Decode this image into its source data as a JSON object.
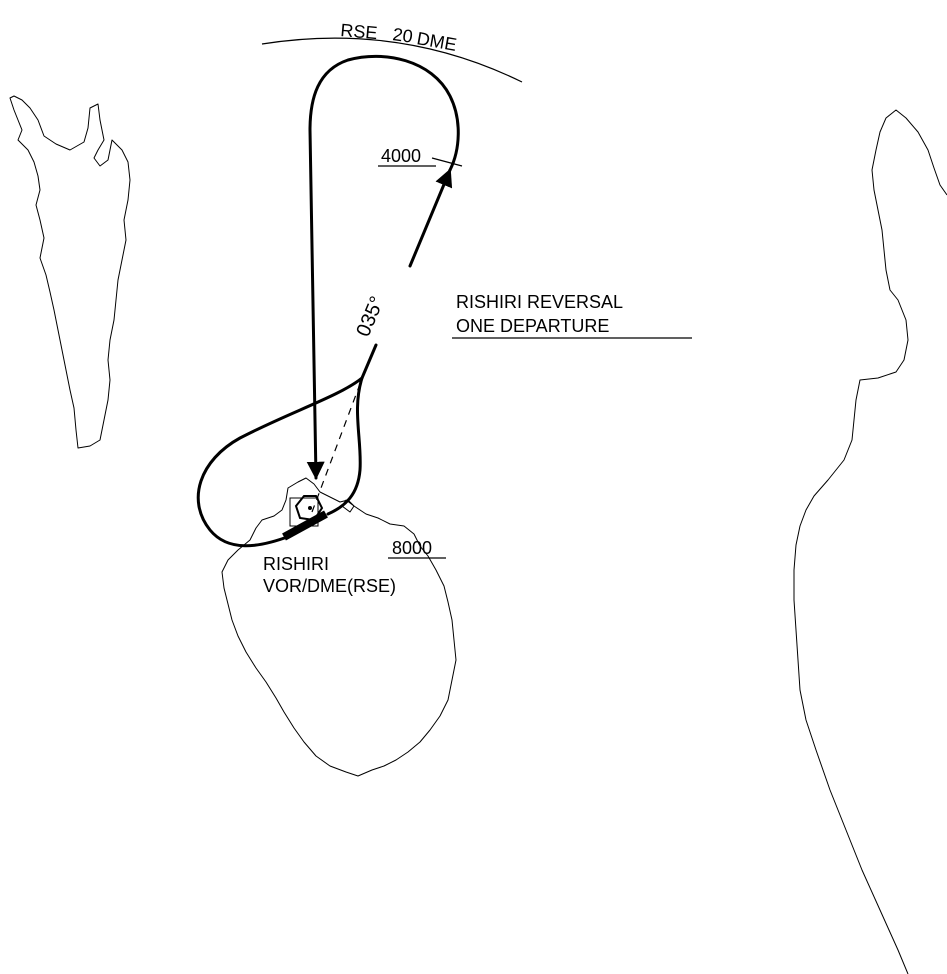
{
  "procedure": {
    "name_line1": "RISHIRI  REVERSAL",
    "name_line2": "ONE  DEPARTURE"
  },
  "arc": {
    "navaid": "RSE",
    "distance": "20",
    "unit": "DME"
  },
  "altitude_fix": {
    "value": "4000"
  },
  "course": {
    "label": "035°"
  },
  "navaid": {
    "name": "RISHIRI",
    "type": "VOR/DME(RSE)",
    "elevation": "8000"
  }
}
